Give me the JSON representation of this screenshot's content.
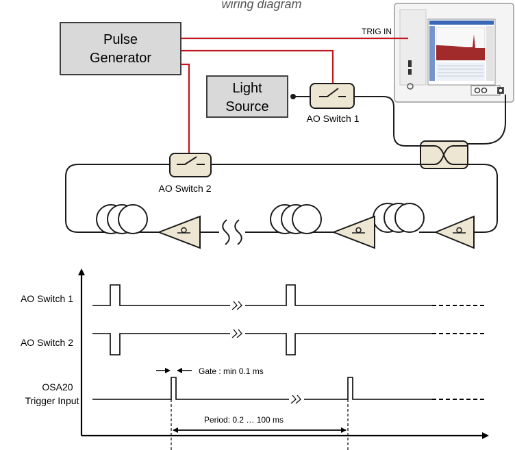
{
  "top_text": "wiring diagram",
  "pulse_generator": {
    "line1": "Pulse",
    "line2": "Generator"
  },
  "light_source": {
    "line1": "Light",
    "line2": "Source"
  },
  "trig_in": "TRIG IN",
  "ao_switch_1": "AO Switch 1",
  "ao_switch_2": "AO Switch 2",
  "timing": {
    "row1": "AO Switch 1",
    "row2": "AO Switch 2",
    "row3_line1": "OSA20",
    "row3_line2": "Trigger Input",
    "gate": "Gate : min 0.1 ms",
    "period": "Period: 0.2 … 100 ms"
  },
  "colors": {
    "wire_red": "#c0161c",
    "box_fill": "#d9d9d9",
    "component_fill": "#ede6d2",
    "trace_red": "#a12a2a",
    "screen_blue": "#3a68b5"
  }
}
